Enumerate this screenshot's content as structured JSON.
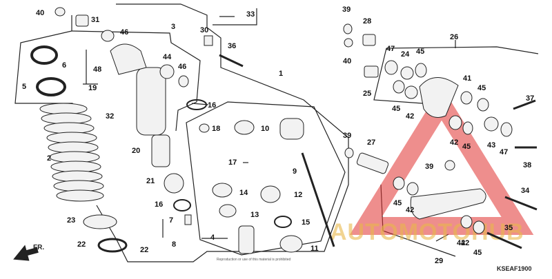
{
  "callouts": [
    {
      "id": "c40a",
      "label": "40"
    },
    {
      "id": "c31",
      "label": "31"
    },
    {
      "id": "c3",
      "label": "3"
    },
    {
      "id": "c30",
      "label": "30"
    },
    {
      "id": "c33",
      "label": "33"
    },
    {
      "id": "c36",
      "label": "36"
    },
    {
      "id": "c46a",
      "label": "46"
    },
    {
      "id": "c6",
      "label": "6"
    },
    {
      "id": "c5",
      "label": "5"
    },
    {
      "id": "c48",
      "label": "48"
    },
    {
      "id": "c19",
      "label": "19"
    },
    {
      "id": "c44",
      "label": "44"
    },
    {
      "id": "c46b",
      "label": "46"
    },
    {
      "id": "c1",
      "label": "1"
    },
    {
      "id": "c32",
      "label": "32"
    },
    {
      "id": "c16a",
      "label": "16"
    },
    {
      "id": "c18",
      "label": "18"
    },
    {
      "id": "c10",
      "label": "10"
    },
    {
      "id": "c2",
      "label": "2"
    },
    {
      "id": "c20",
      "label": "20"
    },
    {
      "id": "c17",
      "label": "17"
    },
    {
      "id": "c9",
      "label": "9"
    },
    {
      "id": "c21",
      "label": "21"
    },
    {
      "id": "c14",
      "label": "14"
    },
    {
      "id": "c12",
      "label": "12"
    },
    {
      "id": "c16b",
      "label": "16"
    },
    {
      "id": "c13",
      "label": "13"
    },
    {
      "id": "c7",
      "label": "7"
    },
    {
      "id": "c23",
      "label": "23"
    },
    {
      "id": "c15",
      "label": "15"
    },
    {
      "id": "c4",
      "label": "4"
    },
    {
      "id": "c8",
      "label": "8"
    },
    {
      "id": "c22a",
      "label": "22"
    },
    {
      "id": "c22b",
      "label": "22"
    },
    {
      "id": "c11",
      "label": "11"
    },
    {
      "id": "c39a",
      "label": "39"
    },
    {
      "id": "c28",
      "label": "28"
    },
    {
      "id": "c40b",
      "label": "40"
    },
    {
      "id": "c26",
      "label": "26"
    },
    {
      "id": "c47a",
      "label": "47"
    },
    {
      "id": "c24",
      "label": "24"
    },
    {
      "id": "c45a",
      "label": "45"
    },
    {
      "id": "c25",
      "label": "25"
    },
    {
      "id": "c41",
      "label": "41"
    },
    {
      "id": "c45b",
      "label": "45"
    },
    {
      "id": "c45c",
      "label": "45"
    },
    {
      "id": "c42a",
      "label": "42"
    },
    {
      "id": "c37",
      "label": "37"
    },
    {
      "id": "c42b",
      "label": "42"
    },
    {
      "id": "c45d",
      "label": "45"
    },
    {
      "id": "c43",
      "label": "43"
    },
    {
      "id": "c47b",
      "label": "47"
    },
    {
      "id": "c39b",
      "label": "39"
    },
    {
      "id": "c27",
      "label": "27"
    },
    {
      "id": "c38",
      "label": "38"
    },
    {
      "id": "c39c",
      "label": "39"
    },
    {
      "id": "c42c",
      "label": "42"
    },
    {
      "id": "c34",
      "label": "34"
    },
    {
      "id": "c45e",
      "label": "45"
    },
    {
      "id": "c42d",
      "label": "42"
    },
    {
      "id": "c35",
      "label": "35"
    },
    {
      "id": "c29",
      "label": "29"
    },
    {
      "id": "c42e",
      "label": "42"
    },
    {
      "id": "c45f",
      "label": "45"
    }
  ],
  "front_arrow_label": "FR.",
  "diagram_code": "KSEAF1900",
  "watermark_text": "AUTOMOTOHUB",
  "copyright_note": "Reproduction or use of this material is prohibited",
  "colors": {
    "line": "#222222",
    "watermark_red": "#e0312f",
    "watermark_gold": "#e8b84a",
    "part_gray": "#9a9a9a"
  }
}
